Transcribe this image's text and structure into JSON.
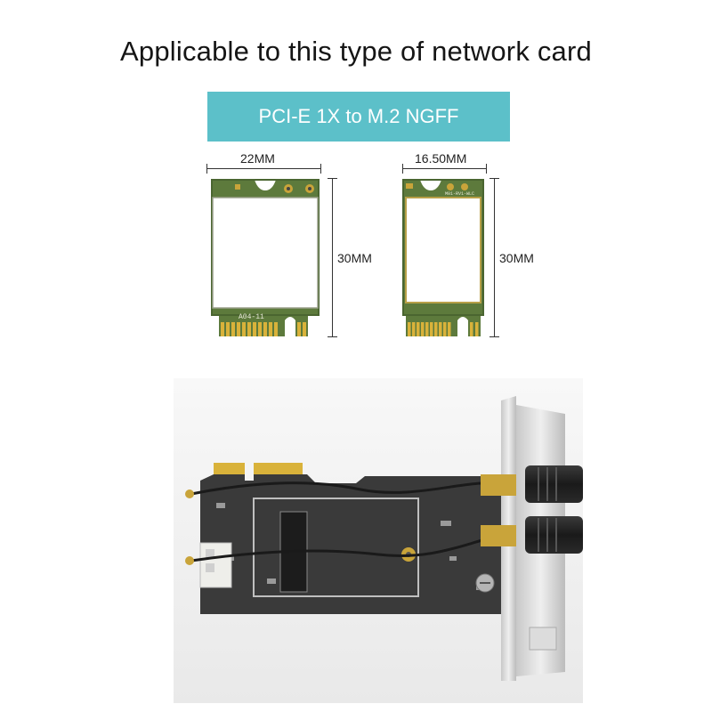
{
  "headline": "Applicable to this type of network card",
  "banner": "PCI-E 1X to M.2 NGFF",
  "card_left": {
    "width_label": "22MM",
    "height_label": "30MM",
    "chip_text": "A04-11"
  },
  "card_right": {
    "width_label": "16.50MM",
    "height_label": "30MM",
    "chip_text": "M01-RV1-WLC"
  },
  "colors": {
    "banner_bg": "#5cc0c9",
    "pcb_green": "#5d7a3c",
    "gold": "#d9b23a",
    "adapter_pcb": "#3a3a3a"
  }
}
